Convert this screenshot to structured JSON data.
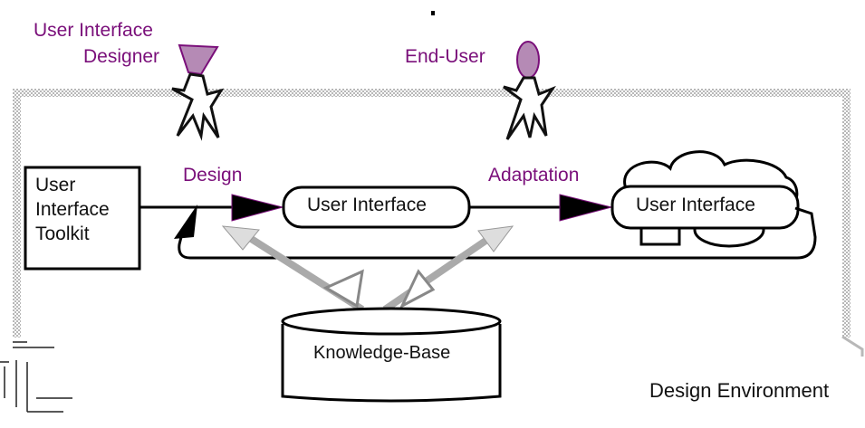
{
  "actors": {
    "designer": {
      "label_line1": "User Interface",
      "label_line2": "Designer",
      "icon": "designer-actor-icon"
    },
    "end_user": {
      "label": "End-User",
      "icon": "end-user-actor-icon"
    }
  },
  "flows": {
    "design_label": "Design",
    "adaptation_label": "Adaptation"
  },
  "nodes": {
    "toolkit": {
      "line1": "User",
      "line2": "Interface",
      "line3": "Toolkit"
    },
    "user_interface": "User Interface",
    "adapted_user_interface": "User Interface",
    "knowledge_base": "Knowledge-Base"
  },
  "environment": {
    "label": "Design Environment"
  },
  "colors": {
    "accent": "#7a0f7a",
    "shape_fill": "#b58ab5",
    "frame": "#b8b8b8",
    "line": "#000000"
  }
}
